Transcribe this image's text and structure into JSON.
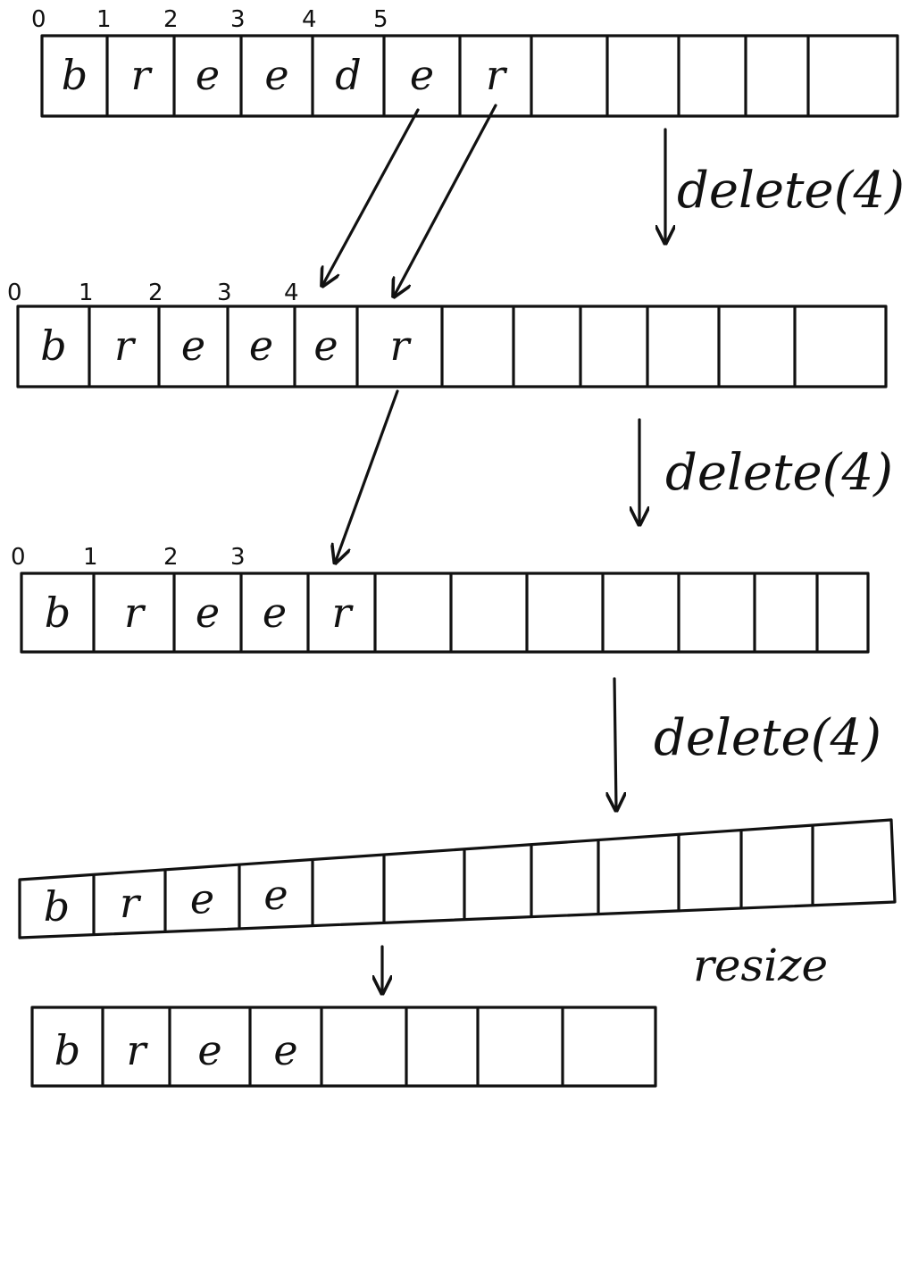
{
  "arrays": [
    {
      "id": "array-1",
      "cells": [
        "b",
        "r",
        "e",
        "e",
        "d",
        "e",
        "r",
        "",
        "",
        "",
        "",
        ""
      ],
      "indices": [
        "0",
        "1",
        "2",
        "3",
        "4",
        "5"
      ]
    },
    {
      "id": "array-2",
      "cells": [
        "b",
        "r",
        "e",
        "e",
        "e",
        "r",
        "",
        "",
        "",
        "",
        "",
        ""
      ],
      "indices": [
        "0",
        "1",
        "2",
        "3",
        "4"
      ]
    },
    {
      "id": "array-3",
      "cells": [
        "b",
        "r",
        "e",
        "e",
        "r",
        "",
        "",
        "",
        "",
        "",
        "",
        ""
      ],
      "indices": [
        "0",
        "1",
        "2",
        "3"
      ]
    },
    {
      "id": "array-4",
      "cells": [
        "b",
        "r",
        "e",
        "e",
        "",
        "",
        "",
        "",
        "",
        "",
        "",
        ""
      ],
      "indices": []
    },
    {
      "id": "array-5",
      "cells": [
        "b",
        "r",
        "e",
        "e",
        "",
        "",
        "",
        ""
      ],
      "indices": []
    }
  ],
  "operations": [
    {
      "label": "delete(4)"
    },
    {
      "label": "delete(4)"
    },
    {
      "label": "delete(4)"
    }
  ],
  "resize_label": "resize"
}
